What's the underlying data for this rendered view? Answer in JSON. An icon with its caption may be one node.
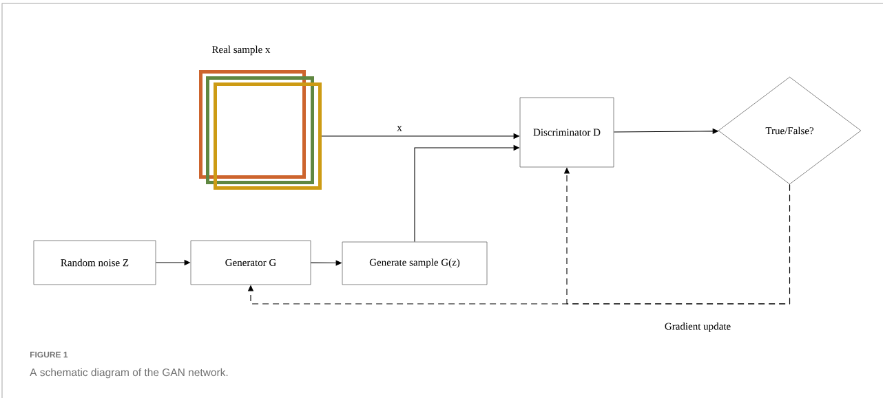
{
  "diagram": {
    "title": "FIGURE 1",
    "caption": "A schematic diagram of the GAN network.",
    "nodes": [
      {
        "text": [
          "Real sample x"
        ]
      },
      {
        "text": [
          "Discriminator D"
        ]
      },
      {
        "text": [
          "True/False?"
        ]
      },
      {
        "text": [
          "Random noise Z"
        ]
      },
      {
        "text": [
          "Generator G"
        ]
      },
      {
        "text": [
          "Generate sample G(z)"
        ]
      }
    ],
    "edges": [
      {
        "from": 0,
        "to": 1,
        "arrow": "to",
        "label": "x"
      },
      {
        "from": 5,
        "to": 1,
        "arrow": "to"
      },
      {
        "from": 1,
        "to": 2,
        "arrow": "to"
      },
      {
        "from": 3,
        "to": 4,
        "arrow": "to"
      },
      {
        "from": 4,
        "to": 5,
        "arrow": "to"
      },
      {
        "from": 2,
        "to": 1,
        "arrow": "to",
        "style": "dashed"
      },
      {
        "from": 2,
        "to": 4,
        "arrow": "to",
        "style": "dashed"
      }
    ],
    "labels": [
      "Gradient update"
    ]
  }
}
